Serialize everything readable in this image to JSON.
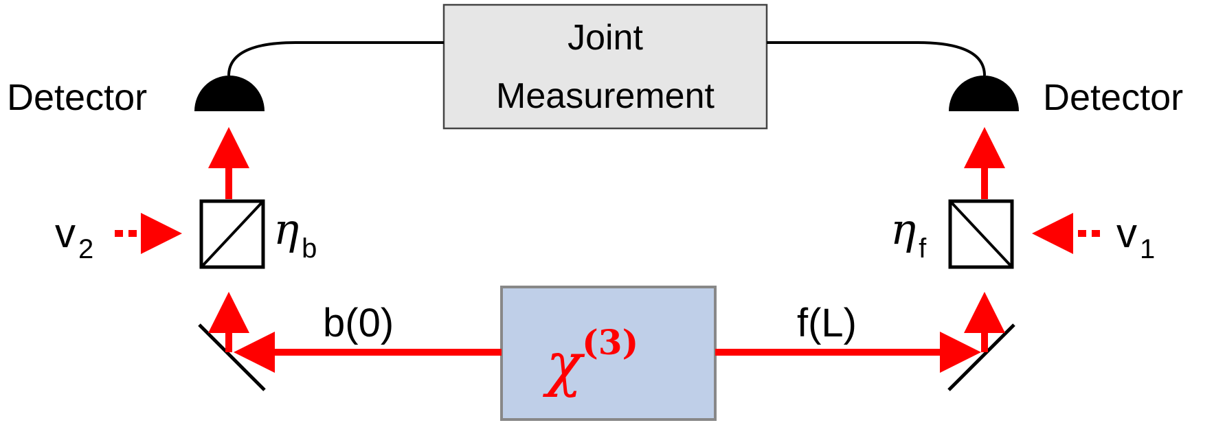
{
  "joint_measurement": {
    "line1": "Joint",
    "line2": "Measurement"
  },
  "detector_left": {
    "label": "Detector"
  },
  "detector_right": {
    "label": "Detector"
  },
  "eta_b": {
    "symbol": "η",
    "subscript": "b"
  },
  "eta_f": {
    "symbol": "η",
    "subscript": "f"
  },
  "vacuum_left": {
    "base": "v",
    "subscript": "2"
  },
  "vacuum_right": {
    "base": "v",
    "subscript": "1"
  },
  "output_backward": {
    "label": "b(0)"
  },
  "output_forward": {
    "label": "f(L)"
  },
  "medium": {
    "symbol": "χ",
    "superscript": "(3)"
  },
  "colors": {
    "beam": "#ff0000",
    "medium_fill": "#bfcfe8",
    "medium_border": "#888888",
    "measurement_fill": "#e6e6e6",
    "measurement_border": "#444444",
    "ink": "#000000"
  }
}
